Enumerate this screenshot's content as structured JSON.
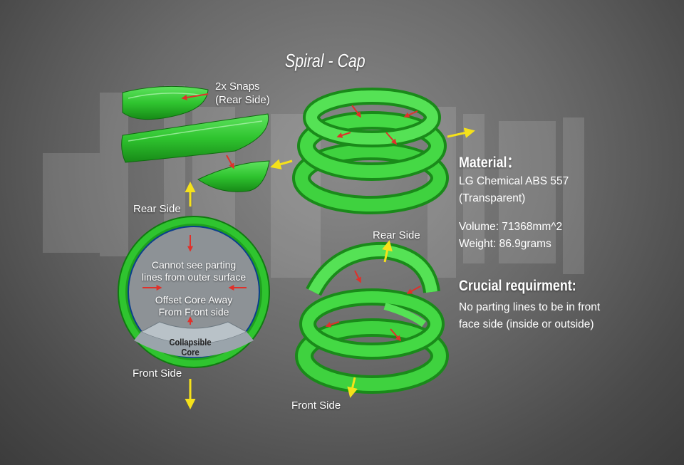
{
  "title": "Spiral - Cap",
  "labels": {
    "snaps_line1": "2x Snaps",
    "snaps_line2": "(Rear Side)",
    "rear_side_left": "Rear Side",
    "rear_side_right": "Rear Side",
    "cannot_see_line1": "Cannot see parting",
    "cannot_see_line2": "lines from outer surface",
    "offset_line1": "Offset Core Away",
    "offset_line2": "From Front side",
    "collapsible_line1": "Collapsible",
    "collapsible_line2": "Core",
    "front_side_left": "Front Side",
    "front_side_right": "Front Side"
  },
  "info": {
    "material_heading": "Material：",
    "material_line1": "LG Chemical ABS 557",
    "material_line2": "(Transparent)",
    "volume": "Volume: 71368mm^2",
    "weight": "Weight: 86.9grams",
    "requirement_heading": "Crucial requirment:",
    "requirement_line1": "No parting lines to be in front",
    "requirement_line2": "face side (inside or outside)"
  },
  "colors": {
    "part_green": "#2fc42f",
    "part_green_dark": "#1a8a1a",
    "arrow_yellow": "#f5e11a",
    "arrow_red": "#e0302a",
    "core_gray": "#b9c2c8"
  }
}
